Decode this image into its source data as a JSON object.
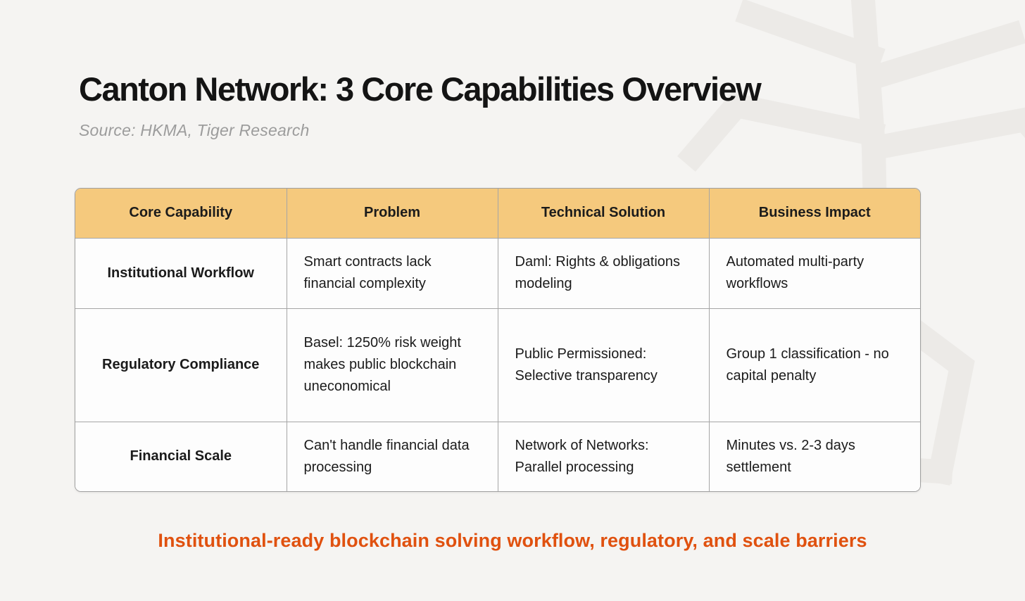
{
  "page": {
    "title": "Canton Network: 3 Core Capabilities Overview",
    "source": "Source: HKMA, Tiger Research",
    "summary": "Institutional-ready blockchain solving workflow, regulatory, and scale barriers"
  },
  "table": {
    "headers": [
      "Core Capability",
      "Problem",
      "Technical Solution",
      "Business Impact"
    ],
    "rows": [
      {
        "capability": "Institutional Workflow",
        "problem": "Smart contracts lack financial complexity",
        "solution": "Daml: Rights & obligations modeling",
        "impact": "Automated multi-party workflows"
      },
      {
        "capability": "Regulatory Compliance",
        "problem": "Basel: 1250% risk weight makes public blockchain uneconomical",
        "solution": "Public Permissioned: Selective transparency",
        "impact": "Group 1 classification - no capital penalty"
      },
      {
        "capability": "Financial Scale",
        "problem": "Can't handle financial data processing",
        "solution": "Network of Networks: Parallel processing",
        "impact": "Minutes vs. 2-3 days settlement"
      }
    ]
  },
  "colors": {
    "background": "#f5f4f2",
    "header_bg": "#f5c97d",
    "accent_orange": "#e0510f",
    "table_border": "#a6a6a6"
  },
  "icons": {
    "watermark": "tiger-logo-watermark"
  }
}
